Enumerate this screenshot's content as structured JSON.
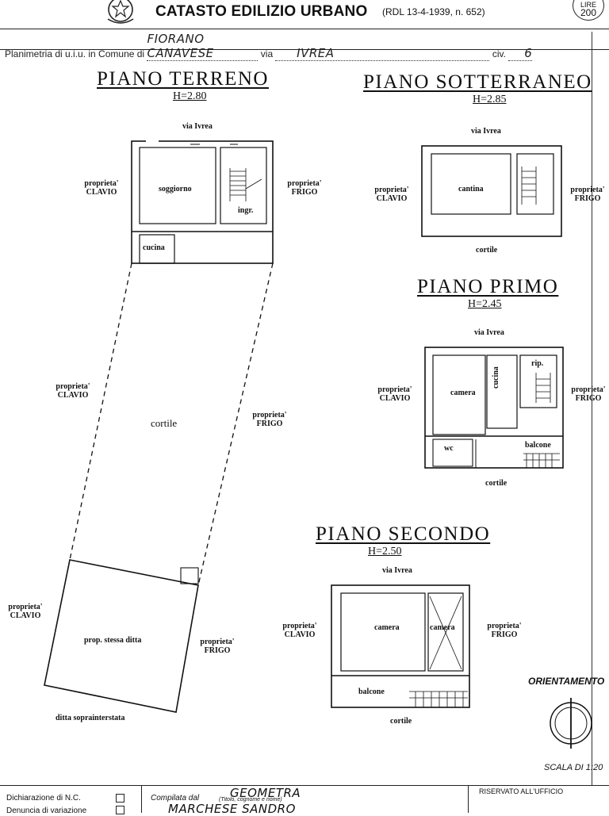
{
  "header": {
    "title": "CATASTO EDILIZIO URBANO",
    "title_ref": "(RDL 13-4-1939, n. 652)",
    "stamp_top": "LIRE",
    "stamp_value": "200",
    "planimetria_label": "Planimetria di u.i.u. in Comune di",
    "comune": "FIORANO CANAVESE",
    "via_label": "via",
    "via": "IVREA",
    "civ_label": "civ.",
    "civ": "6"
  },
  "plans": {
    "terreno": {
      "title": "PIANO TERRENO",
      "height": "H=2.80",
      "street": "via Ivrea",
      "left_owner": "proprieta' CLAVIO",
      "right_owner": "proprieta' FRIGO",
      "rooms": [
        "soggiorno",
        "ingr.",
        "cucina"
      ],
      "yard": "cortile",
      "yard_left_owner": "proprieta' CLAVIO",
      "yard_right_owner": "proprieta' FRIGO",
      "lower_left_owner": "proprieta' CLAVIO",
      "lower_area": "prop. stessa ditta",
      "lower_right_owner": "proprieta' FRIGO",
      "bottom_note": "ditta soprainterstata"
    },
    "sotterraneo": {
      "title": "PIANO SOTTERRANEO",
      "height": "H=2.85",
      "street": "via Ivrea",
      "left_owner": "proprieta' CLAVIO",
      "right_owner": "proprieta' FRIGO",
      "rooms": [
        "cantina"
      ],
      "bottom": "cortile"
    },
    "primo": {
      "title": "PIANO PRIMO",
      "height": "H=2.45",
      "street": "via Ivrea",
      "left_owner": "proprieta' CLAVIO",
      "right_owner": "proprieta' FRIGO",
      "rooms": [
        "camera",
        "cucina",
        "rip.",
        "wc",
        "balcone"
      ],
      "bottom": "cortile"
    },
    "secondo": {
      "title": "PIANO SECONDO",
      "height": "H=2.50",
      "street": "via Ivrea",
      "left_owner": "proprieta' CLAVIO",
      "right_owner": "proprieta' FRIGO",
      "rooms": [
        "camera",
        "camera",
        "balcone"
      ],
      "bottom": "cortile"
    }
  },
  "orientation_label": "ORIENTAMENTO",
  "scale_label": "SCALA DI 1:20",
  "footer": {
    "dichiarazione": "Dichiarazione di N.C.",
    "denuncia": "Denuncia di variazione",
    "compilata_label": "Compilata dal",
    "compilata_role": "GEOMETRA",
    "compilata_name": "MARCHESE SANDRO",
    "compilata_hint": "(Titolo, cognome e nome)",
    "riservato": "RISERVATO ALL'UFFICIO"
  }
}
